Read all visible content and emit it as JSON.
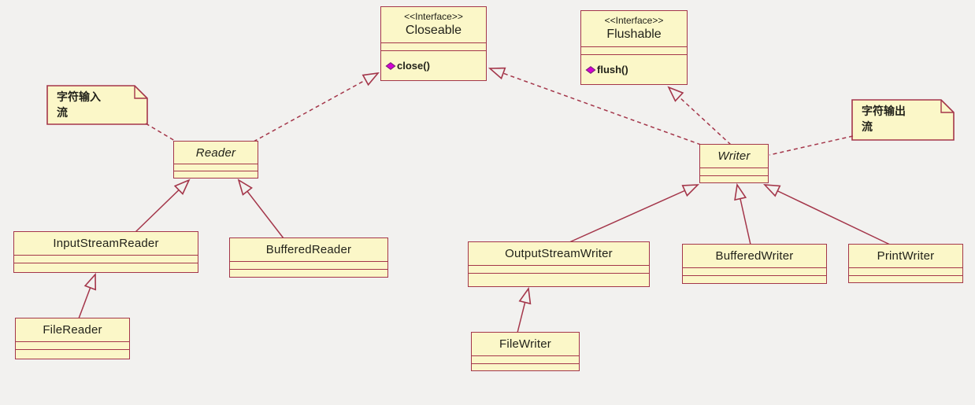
{
  "diagram": {
    "kind": "uml-class-diagram",
    "colors": {
      "background": "#f2f1ef",
      "box_fill": "#fbf7c8",
      "box_border": "#a4364a",
      "text": "#22221a",
      "operation_icon": "#d400d4"
    },
    "nodes": {
      "closeable": {
        "stereotype": "<<Interface>>",
        "name": "Closeable",
        "method": "close()"
      },
      "flushable": {
        "stereotype": "<<Interface>>",
        "name": "Flushable",
        "method": "flush()"
      },
      "reader": {
        "name": "Reader",
        "abstract": true
      },
      "writer": {
        "name": "Writer",
        "abstract": true
      },
      "input_stream_reader": {
        "name": "InputStreamReader"
      },
      "buffered_reader": {
        "name": "BufferedReader"
      },
      "file_reader": {
        "name": "FileReader"
      },
      "output_stream_writer": {
        "name": "OutputStreamWriter"
      },
      "buffered_writer": {
        "name": "BufferedWriter"
      },
      "print_writer": {
        "name": "PrintWriter"
      },
      "file_writer": {
        "name": "FileWriter"
      }
    },
    "notes": {
      "input_note": {
        "text": "字符输入\n流"
      },
      "output_note": {
        "text": "字符输出\n流"
      }
    },
    "relationships": [
      {
        "id": "reader-implements-closeable",
        "from": "Reader",
        "to": "Closeable",
        "type": "realization"
      },
      {
        "id": "writer-implements-closeable",
        "from": "Writer",
        "to": "Closeable",
        "type": "realization"
      },
      {
        "id": "writer-implements-flushable",
        "from": "Writer",
        "to": "Flushable",
        "type": "realization"
      },
      {
        "id": "inputstreamreader-extends-reader",
        "from": "InputStreamReader",
        "to": "Reader",
        "type": "generalization"
      },
      {
        "id": "bufferedreader-extends-reader",
        "from": "BufferedReader",
        "to": "Reader",
        "type": "generalization"
      },
      {
        "id": "filereader-extends-inputstreamreader",
        "from": "FileReader",
        "to": "InputStreamReader",
        "type": "generalization"
      },
      {
        "id": "outputstreamwriter-extends-writer",
        "from": "OutputStreamWriter",
        "to": "Writer",
        "type": "generalization"
      },
      {
        "id": "bufferedwriter-extends-writer",
        "from": "BufferedWriter",
        "to": "Writer",
        "type": "generalization"
      },
      {
        "id": "printwriter-extends-writer",
        "from": "PrintWriter",
        "to": "Writer",
        "type": "generalization"
      },
      {
        "id": "filewriter-extends-outputstreamwriter",
        "from": "FileWriter",
        "to": "OutputStreamWriter",
        "type": "generalization"
      },
      {
        "id": "input-note-attachment",
        "from": "input_note",
        "to": "Reader",
        "type": "note-attachment"
      },
      {
        "id": "output-note-attachment",
        "from": "output_note",
        "to": "Writer",
        "type": "note-attachment"
      }
    ]
  }
}
